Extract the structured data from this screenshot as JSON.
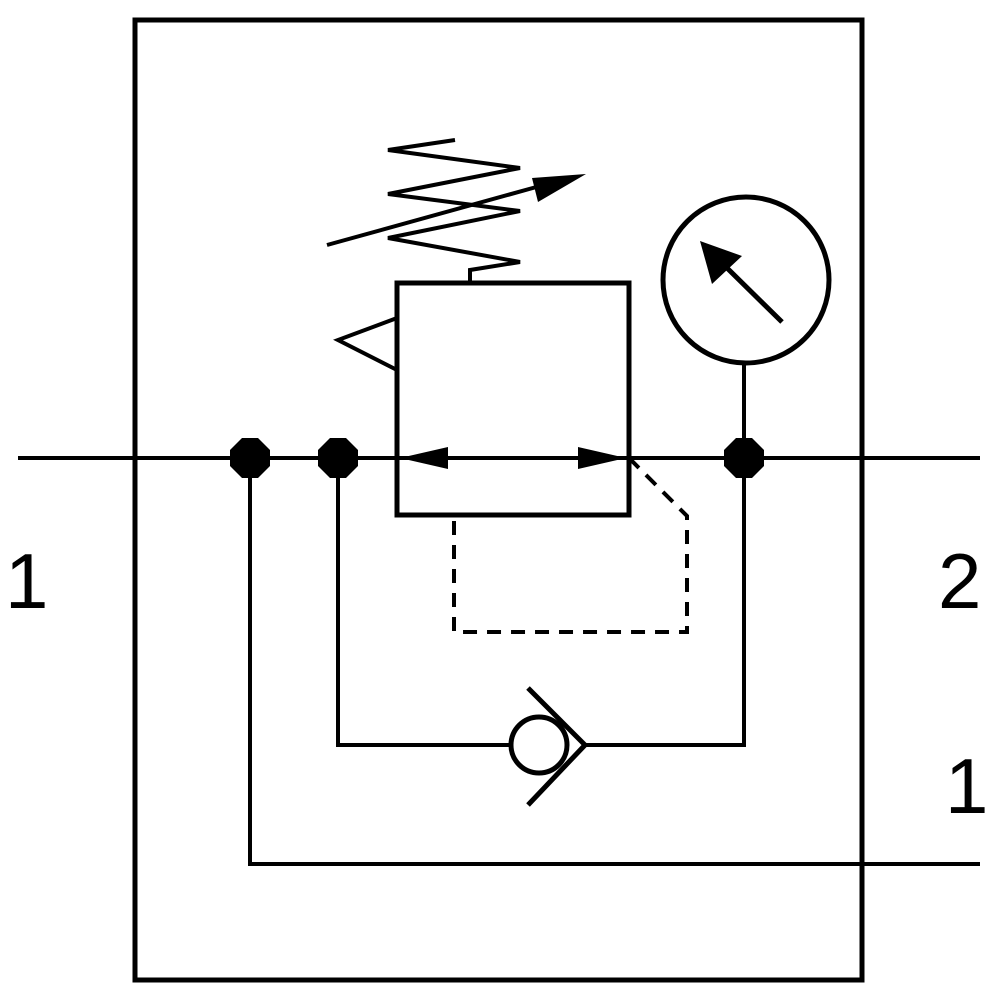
{
  "diagram": {
    "ports": {
      "inlet": "1",
      "outlet": "2",
      "return": "1"
    },
    "components": [
      "enclosure",
      "adjustable-spring",
      "pressure-regulator-valve",
      "pressure-gauge",
      "check-valve",
      "pilot-line",
      "junction-dot"
    ]
  }
}
